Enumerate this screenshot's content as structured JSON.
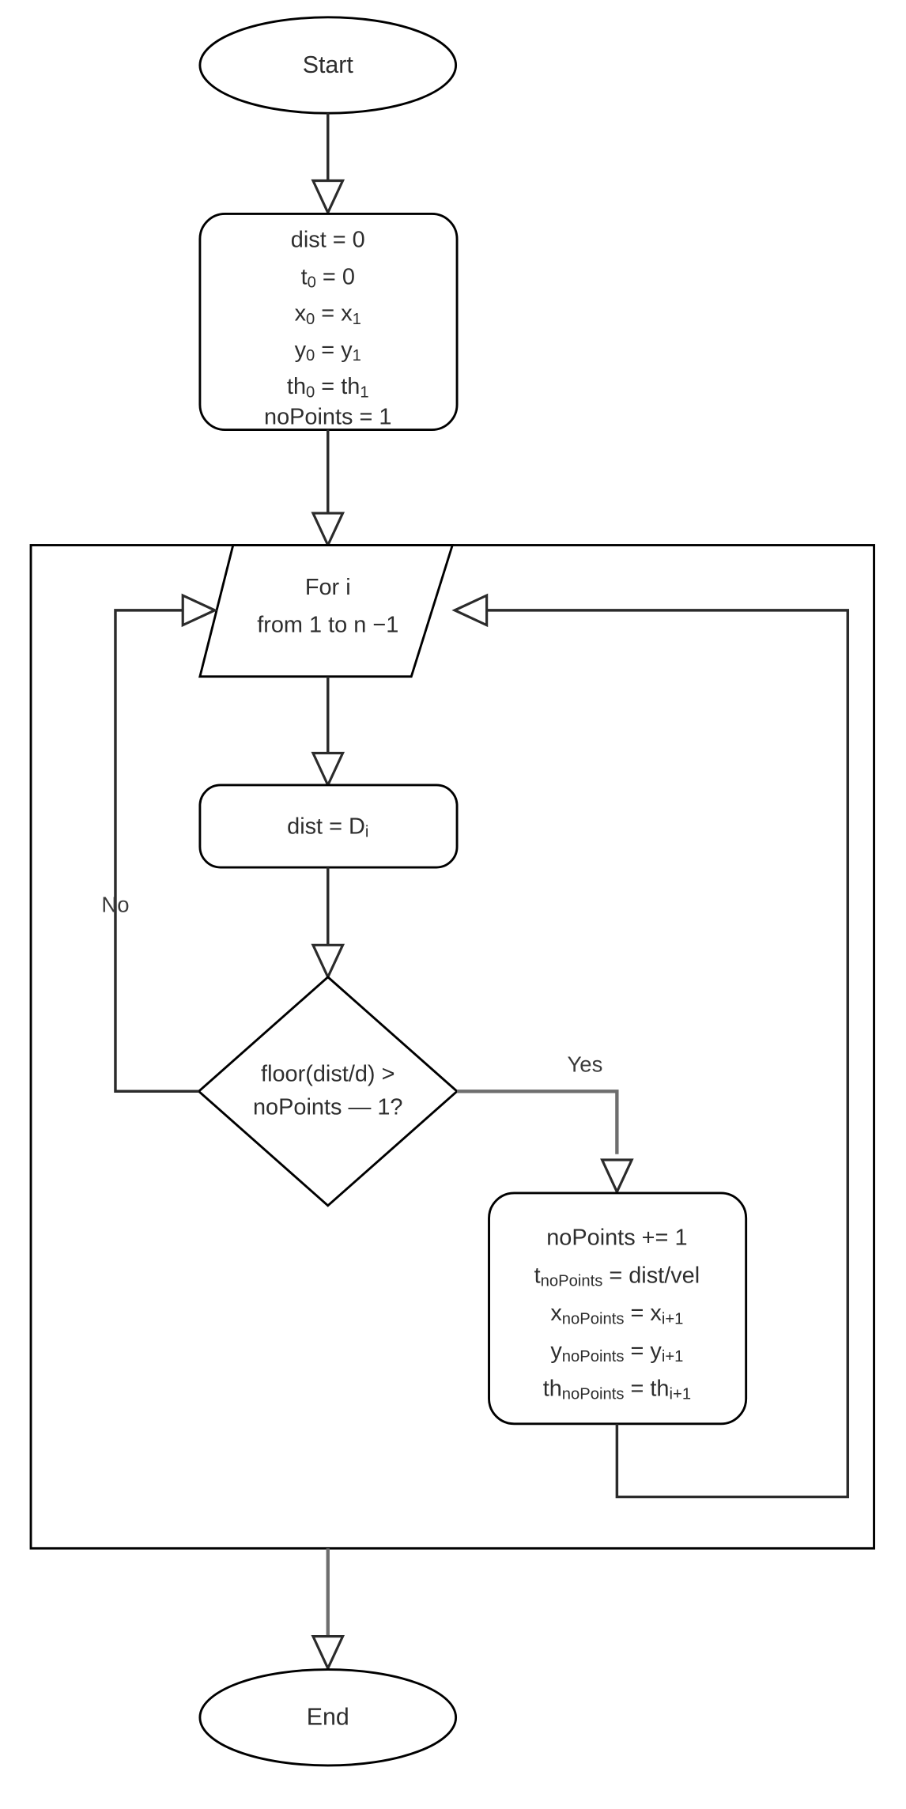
{
  "diagram": {
    "title": "Trajectory point sampling flowchart",
    "type": "flowchart",
    "colors": {
      "stroke": "#000000",
      "connector": "#2b2b2b",
      "connector_highlight": "#6e6e6e",
      "text": "#2e2e2e",
      "background": "#ffffff"
    }
  },
  "nodes": {
    "start": {
      "shape": "ellipse",
      "label": "Start"
    },
    "init": {
      "shape": "rounded-rectangle",
      "lines": [
        {
          "base": "dist",
          "sub": "",
          "rest": " = 0"
        },
        {
          "base": "t",
          "sub": "0",
          "rest": " = 0"
        },
        {
          "base": "x",
          "sub": "0",
          "rest": " = x",
          "rest_sub": "1"
        },
        {
          "base": "y",
          "sub": "0",
          "rest": " = y",
          "rest_sub": "1"
        },
        {
          "base": "th",
          "sub": "0",
          "rest": " = th",
          "rest_sub": "1"
        },
        {
          "base": "noPoints",
          "sub": "",
          "rest": " = 1"
        }
      ],
      "plain_lines": [
        "dist = 0",
        "t0 = 0",
        "x0 = x1",
        "y0 = y1",
        "th0 = th1",
        "noPoints = 1"
      ]
    },
    "loop": {
      "shape": "parallelogram",
      "line1": "For i",
      "line2": "from 1 to n −1"
    },
    "assign_dist": {
      "shape": "rounded-rectangle",
      "base": "dist = D",
      "sub": "i",
      "plain": "dist = Di"
    },
    "decision": {
      "shape": "diamond",
      "line1": "floor(dist/d) >",
      "line2": "noPoints — 1?"
    },
    "update": {
      "shape": "rounded-rectangle",
      "lines": [
        {
          "base": "noPoints += 1",
          "sub": "",
          "rest": "",
          "rest_sub": ""
        },
        {
          "base": "t",
          "sub": "noPoints",
          "rest": " = dist/vel",
          "rest_sub": ""
        },
        {
          "base": "x",
          "sub": "noPoints",
          "rest": " = x",
          "rest_sub": "i+1"
        },
        {
          "base": "y",
          "sub": "noPoints",
          "rest": " = y",
          "rest_sub": "i+1"
        },
        {
          "base": "th",
          "sub": "noPoints",
          "rest": " = th",
          "rest_sub": "i+1"
        }
      ],
      "plain_lines": [
        "noPoints += 1",
        "tnoPoints = dist/vel",
        "xnoPoints = xi+1",
        "ynoPoints = yi+1",
        "thnoPoints = thi+1"
      ]
    },
    "end": {
      "shape": "ellipse",
      "label": "End"
    }
  },
  "edge_labels": {
    "no": "No",
    "yes": "Yes"
  },
  "text": {
    "start_label": "Start",
    "end_label": "End",
    "loop_line1": "For i",
    "loop_line2": "from 1 to n −1",
    "dist_assign_base": "dist = D",
    "dist_assign_sub": "i",
    "dec_line1": "floor(dist/d) >",
    "dec_line2": "noPoints — 1?",
    "init_l1": "dist = 0",
    "init_l2_base": "t",
    "init_l2_sub": "0",
    "init_l2_rest": " = 0",
    "init_l3_base": "x",
    "init_l3_sub": "0",
    "init_l3_mid": " = x",
    "init_l3_sub2": "1",
    "init_l4_base": "y",
    "init_l4_sub": "0",
    "init_l4_mid": " = y",
    "init_l4_sub2": "1",
    "init_l5_base": "th",
    "init_l5_sub": "0",
    "init_l5_mid": " = th",
    "init_l5_sub2": "1",
    "init_l6": "noPoints = 1",
    "upd_l1": "noPoints += 1",
    "upd_l2_base": "t",
    "upd_l2_sub": "noPoints",
    "upd_l2_rest": " = dist/vel",
    "upd_l3_base": "x",
    "upd_l3_sub": "noPoints",
    "upd_l3_mid": " = x",
    "upd_l3_sub2": "i+1",
    "upd_l4_base": "y",
    "upd_l4_sub": "noPoints",
    "upd_l4_mid": " = y",
    "upd_l4_sub2": "i+1",
    "upd_l5_base": "th",
    "upd_l5_sub": "noPoints",
    "upd_l5_mid": " = th",
    "upd_l5_sub2": "i+1",
    "label_no": "No",
    "label_yes": "Yes"
  }
}
